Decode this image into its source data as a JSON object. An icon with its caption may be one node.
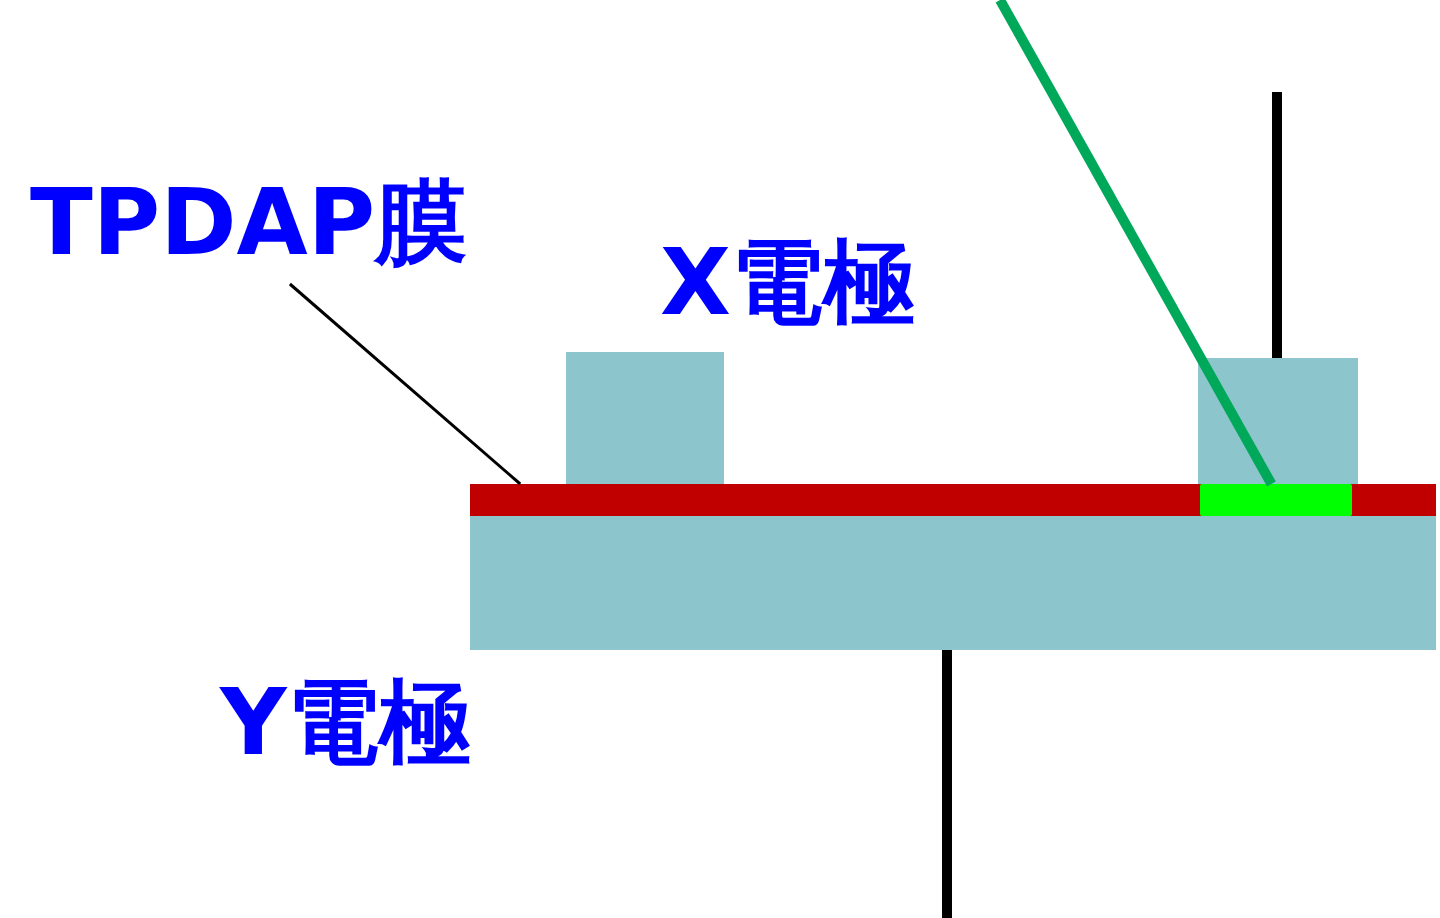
{
  "diagram": {
    "nodes": [
      {
        "text": [
          "TPDAP膜"
        ]
      },
      {
        "text": [],
        "shape": "bar"
      },
      {
        "text": [],
        "shape": "box",
        "in": 1
      }
    ],
    "edges": [
      {
        "from": 0,
        "to": 1,
        "arrow": "none"
      },
      {
        "from": null,
        "to": 2,
        "arrow": "none",
        "style": "thick",
        "color": "#00a859"
      }
    ],
    "labels": [
      "X電極",
      "Y電極"
    ]
  }
}
